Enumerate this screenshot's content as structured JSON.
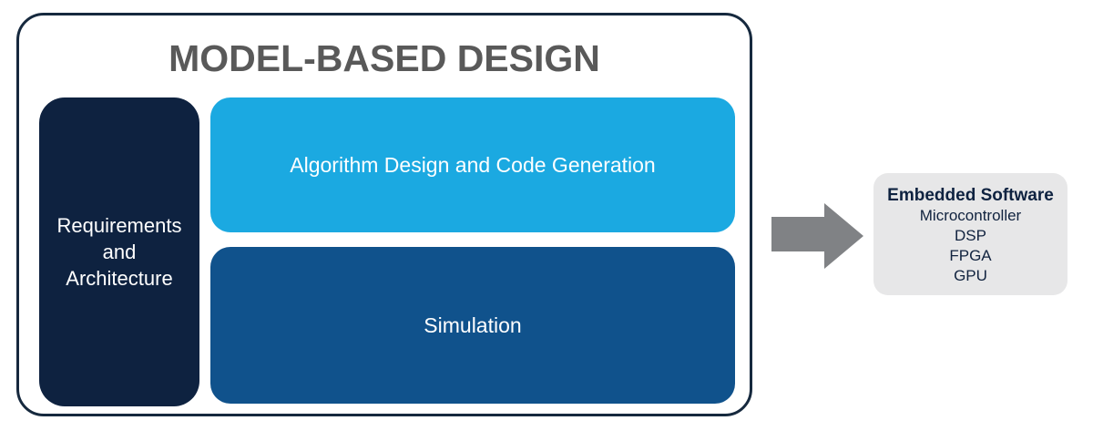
{
  "title": "MODEL-BASED DESIGN",
  "blocks": {
    "requirements": {
      "label": "Requirements and Architecture",
      "lines": [
        "Requirements",
        "and",
        "Architecture"
      ]
    },
    "algorithm": {
      "label": "Algorithm Design and Code Generation"
    },
    "simulation": {
      "label": "Simulation"
    }
  },
  "arrow_icon": "right-block-arrow",
  "embedded": {
    "title": "Embedded Software",
    "items": [
      "Microcontroller",
      "DSP",
      "FPGA",
      "GPU"
    ]
  },
  "colors": {
    "navy": "#0e2240",
    "border_navy": "#16293e",
    "light_blue": "#1ba9e1",
    "dark_blue": "#10528c",
    "title_gray": "#595959",
    "arrow_gray": "#808285",
    "panel_gray": "#e7e7e8"
  }
}
